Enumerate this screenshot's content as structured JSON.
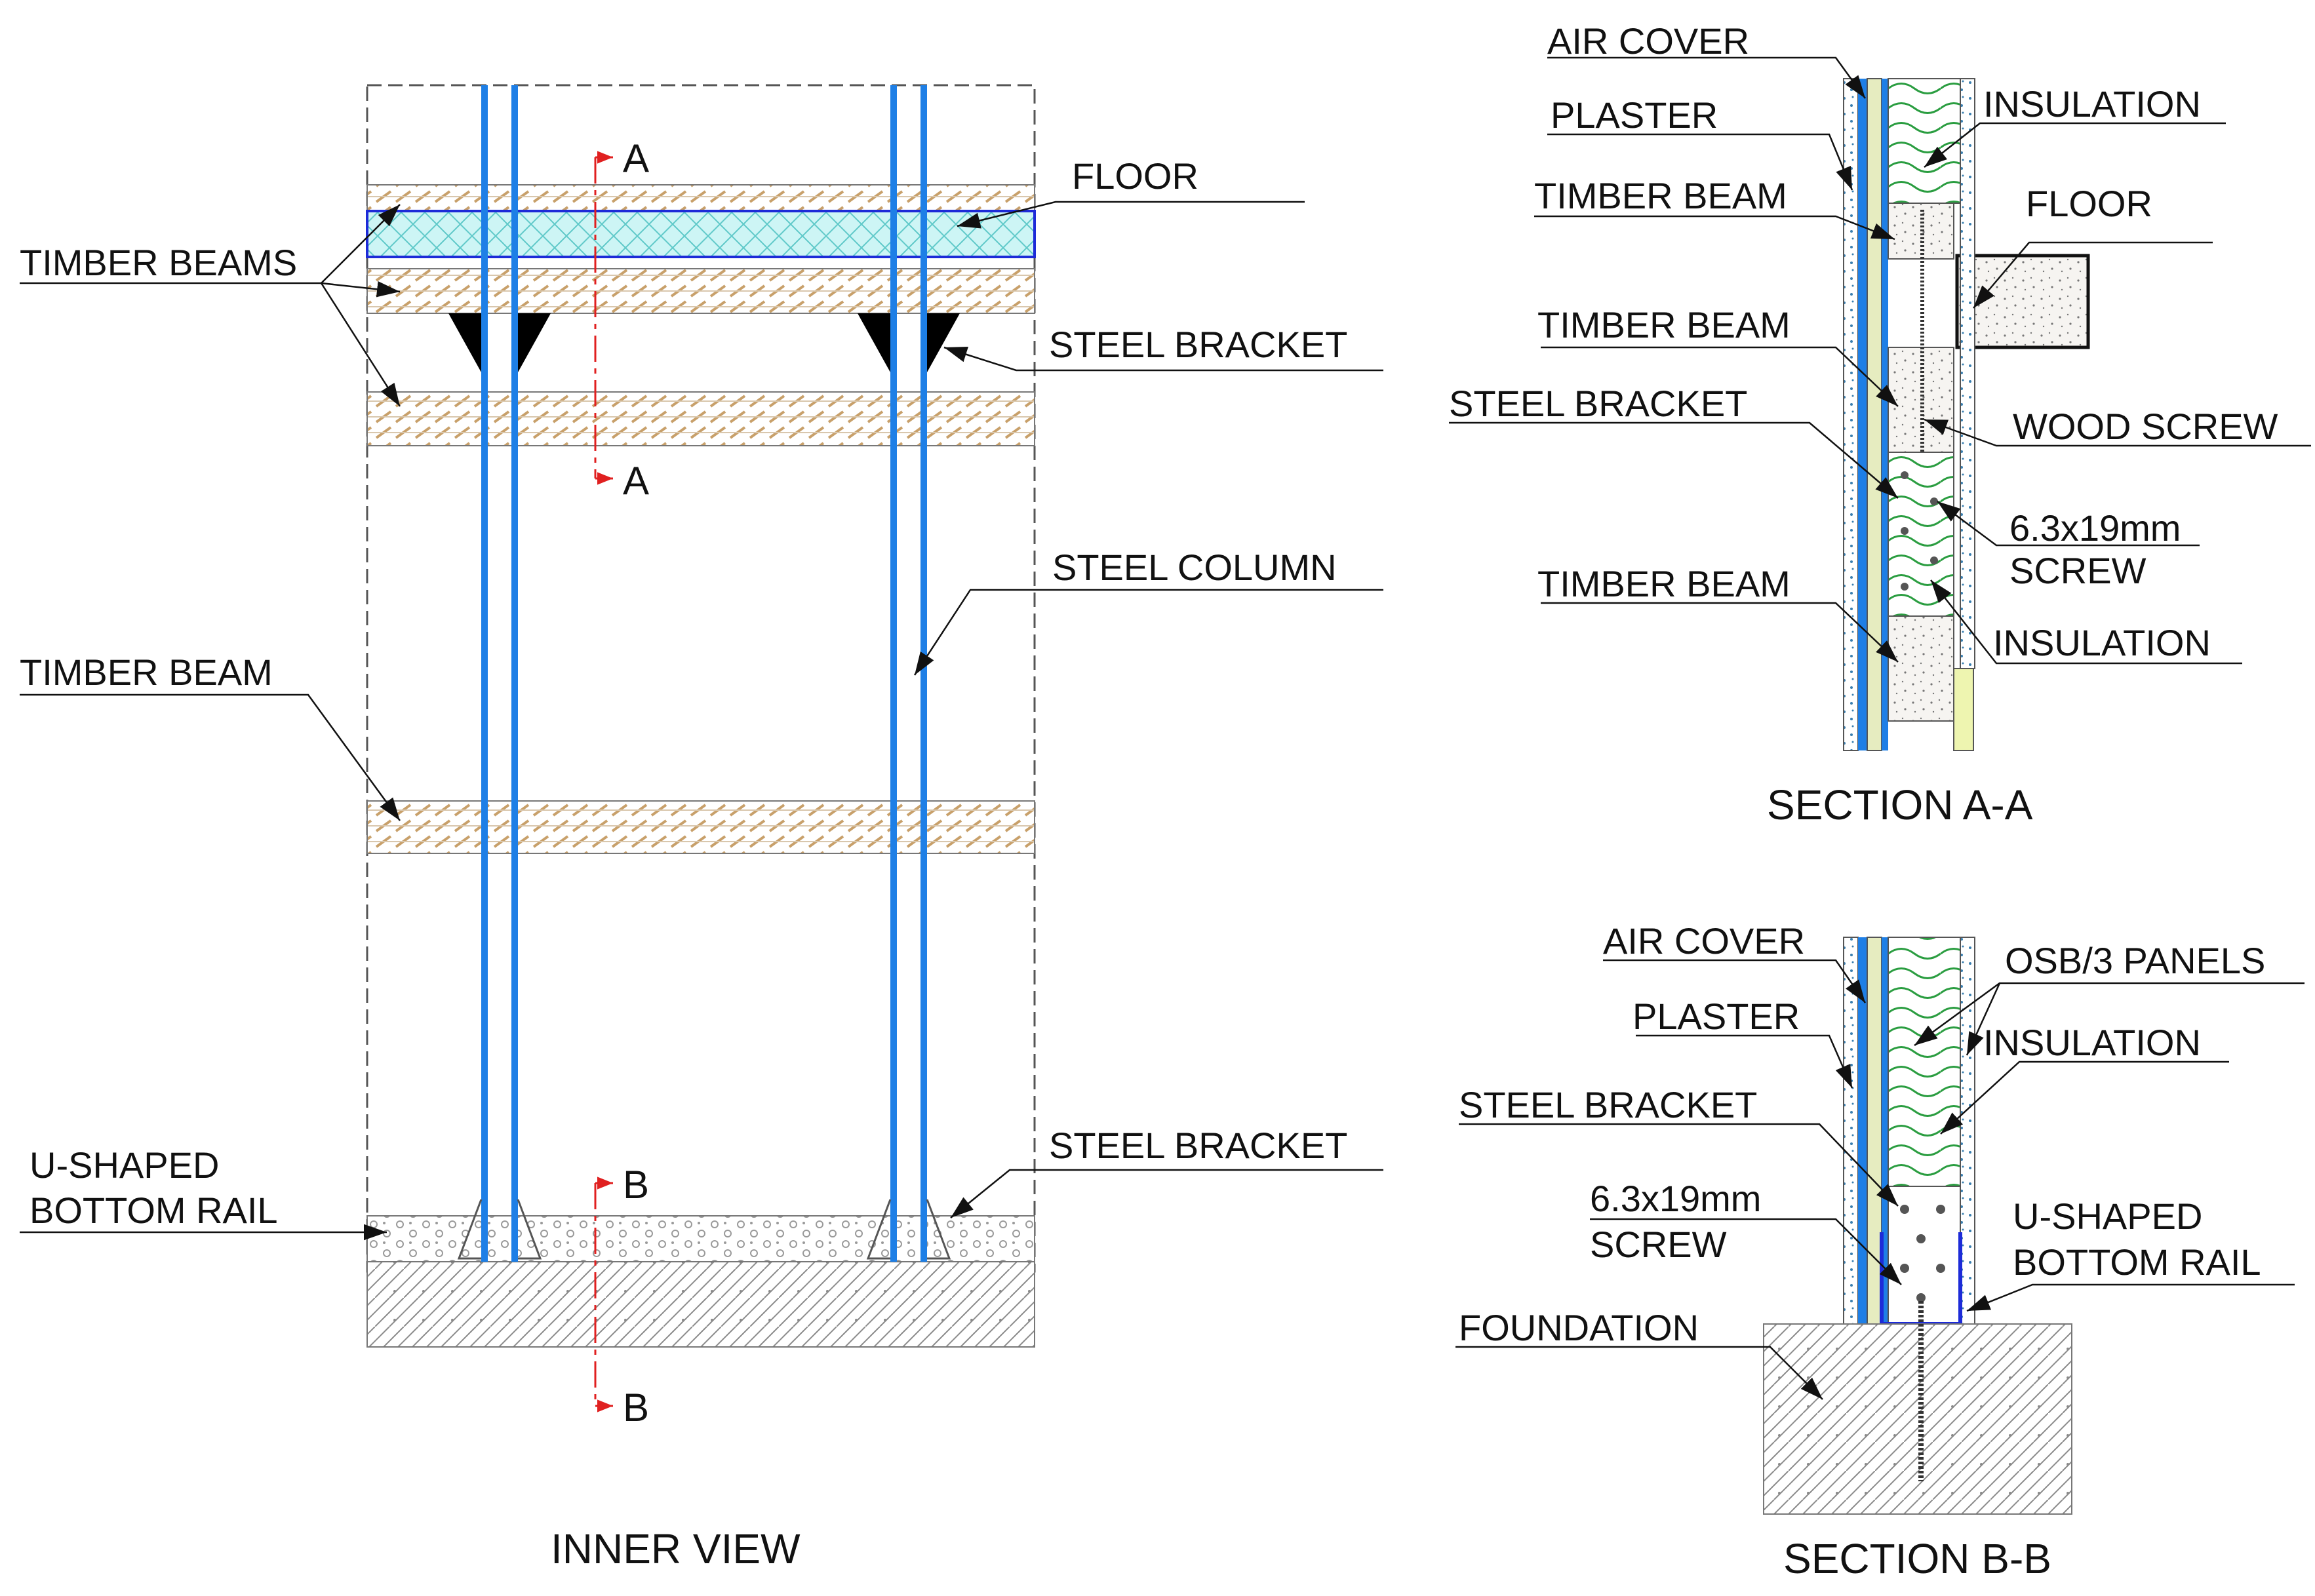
{
  "inner_view": {
    "title": "INNER VIEW",
    "labels": {
      "floor": "FLOOR",
      "timber_beams": "TIMBER BEAMS",
      "steel_bracket_top": "STEEL BRACKET",
      "steel_column": "STEEL COLUMN",
      "timber_beam": "TIMBER BEAM",
      "u_shaped_line1": "U-SHAPED",
      "u_shaped_line2": "BOTTOM RAIL",
      "steel_bracket_bottom": "STEEL BRACKET"
    },
    "section_marks": {
      "a": "A",
      "b": "B"
    }
  },
  "section_a": {
    "title": "SECTION A-A",
    "labels": {
      "air_cover": "AIR COVER",
      "plaster": "PLASTER",
      "timber_beam_1": "TIMBER BEAM",
      "timber_beam_2": "TIMBER BEAM",
      "steel_bracket": "STEEL BRACKET",
      "timber_beam_3": "TIMBER BEAM",
      "insulation_top": "INSULATION",
      "floor": "FLOOR",
      "wood_screw": "WOOD SCREW",
      "screw_line1": "6.3x19mm",
      "screw_line2": "SCREW",
      "insulation_bottom": "INSULATION"
    }
  },
  "section_b": {
    "title": "SECTION B-B",
    "labels": {
      "air_cover": "AIR COVER",
      "plaster": "PLASTER",
      "steel_bracket": "STEEL BRACKET",
      "screw_line1": "6.3x19mm",
      "screw_line2": "SCREW",
      "foundation": "FOUNDATION",
      "osb_panels": "OSB/3 PANELS",
      "insulation": "INSULATION",
      "u_shaped_line1": "U-SHAPED",
      "u_shaped_line2": "BOTTOM RAIL"
    }
  },
  "colors": {
    "steel": "#1e7fe6",
    "floor_fill": "#cdf5f5",
    "timber": "#c8a06a",
    "section_mark": "#e02020",
    "osb": "#e6ecc0",
    "insulation_wave": "#2a9d40"
  }
}
